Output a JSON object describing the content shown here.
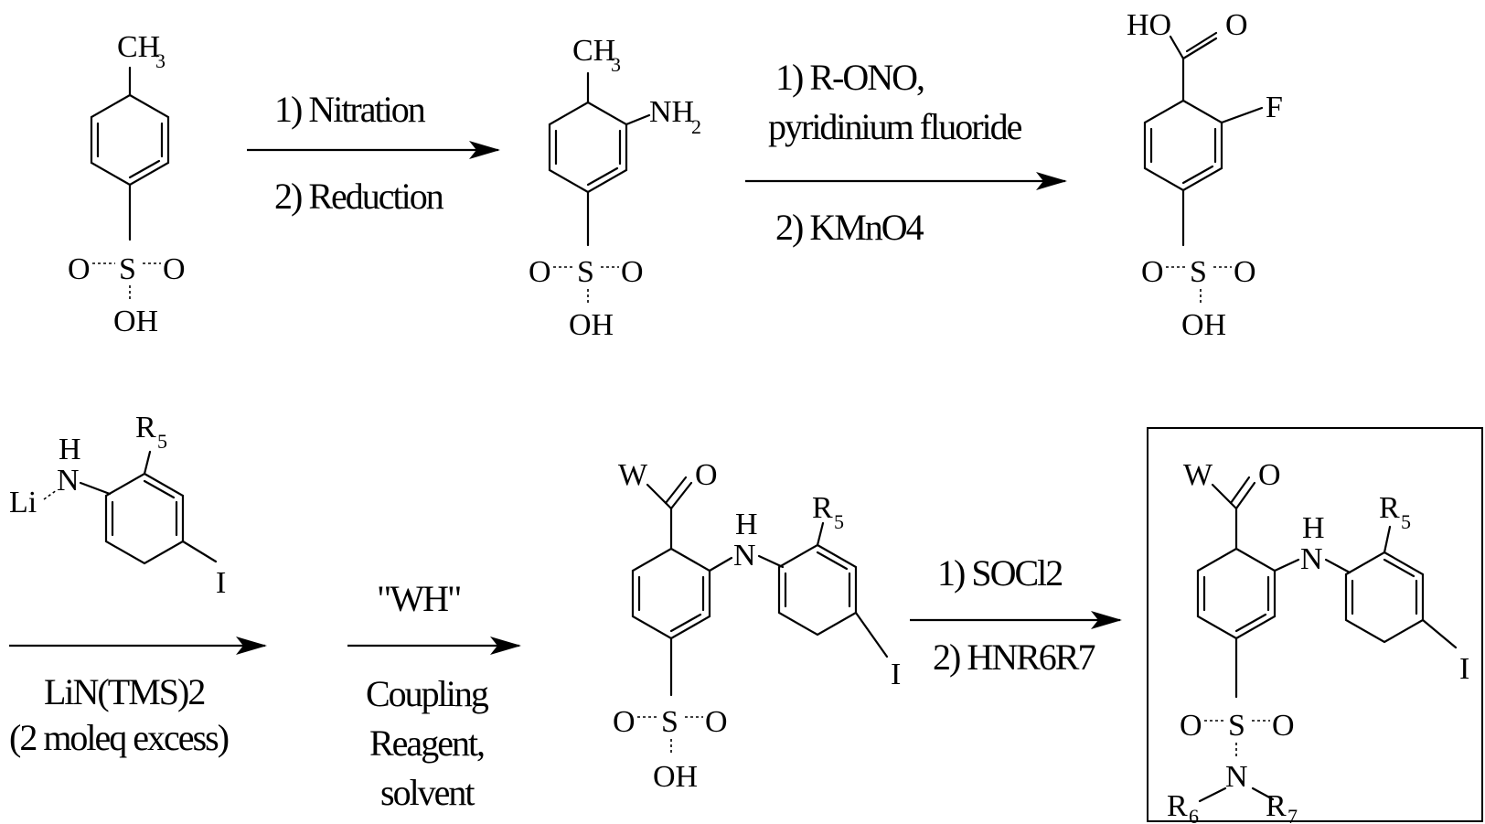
{
  "compounds": {
    "c1": {
      "methyl": "CH",
      "methyl_sub": "3",
      "so_left": "O",
      "so_s": "S",
      "so_right": "O",
      "oh": "OH"
    },
    "c2": {
      "methyl": "CH",
      "methyl_sub": "3",
      "amine": "NH",
      "amine_sub": "2",
      "so_left": "O",
      "so_s": "S",
      "so_right": "O",
      "oh": "OH"
    },
    "c3": {
      "acid_ho": "HO",
      "acid_o": "O",
      "fluoro": "F",
      "so_left": "O",
      "so_s": "S",
      "so_right": "O",
      "oh": "OH"
    },
    "c4": {
      "h": "H",
      "n": "N",
      "li": "Li",
      "r": "R",
      "r_sub": "5",
      "iodo": "I"
    },
    "c5": {
      "w": "W",
      "co_o": "O",
      "h": "H",
      "n": "N",
      "r": "R",
      "r_sub": "5",
      "iodo": "I",
      "so_left": "O",
      "so_s": "S",
      "so_right": "O",
      "oh": "OH"
    },
    "c6": {
      "w": "W",
      "co_o": "O",
      "h": "H",
      "n": "N",
      "r": "R",
      "r_sub": "5",
      "iodo": "I",
      "so_left": "O",
      "so_s": "S",
      "so_right": "O",
      "amide_n": "N",
      "r6": "R",
      "r6_sub": "6",
      "r7": "R",
      "r7_sub": "7"
    }
  },
  "steps": {
    "step1": {
      "above": "1) Nitration",
      "below": "2) Reduction"
    },
    "step2": {
      "above1": "1) R-ONO,",
      "above2": "pyridinium fluoride",
      "below": "2) KMnO4"
    },
    "step3": {
      "below1": "LiN(TMS)2",
      "below2": "(2 moleq excess)"
    },
    "step4": {
      "above": "\"WH\"",
      "below1": "Coupling",
      "below2": "Reagent,",
      "below3": "solvent"
    },
    "step5": {
      "above": "1) SOCl2",
      "below": "2) HNR6R7"
    }
  }
}
